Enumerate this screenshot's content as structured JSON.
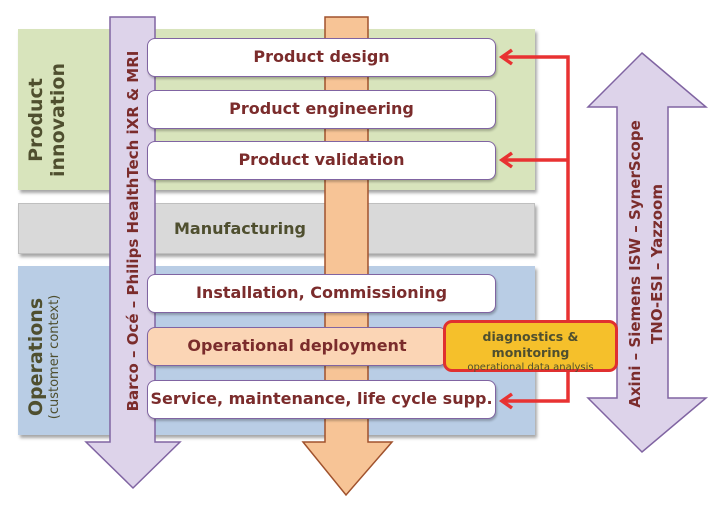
{
  "phases": {
    "product_innovation": "Product innovation",
    "product_innovation_lines": [
      "Product",
      "innovation"
    ],
    "manufacturing": "Manufacturing",
    "operations": "Operations",
    "operations_sub": "(customer context)"
  },
  "steps": [
    {
      "label": "Product design",
      "style": "white",
      "feedback": true
    },
    {
      "label": "Product engineering",
      "style": "white",
      "feedback": false
    },
    {
      "label": "Product validation",
      "style": "white",
      "feedback": true
    },
    {
      "label": "Installation, Commissioning",
      "style": "white",
      "feedback": false
    },
    {
      "label": "Operational deployment",
      "style": "peach",
      "feedback": false
    },
    {
      "label": "Service, maintenance, life cycle supp.",
      "style": "white",
      "feedback": true
    }
  ],
  "diagnostics": {
    "title": "diagnostics & monitoring",
    "subtitle": "operational data analysis"
  },
  "left_arrow": {
    "label": "Barco – Océ – Philips HealthTech iXR & MRI",
    "direction": "down"
  },
  "right_arrow": {
    "lines": [
      "Axini – Siemens ISW – SynerScope",
      "TNO-ESI – Yazzoom"
    ],
    "direction": "both"
  },
  "colors": {
    "innovation_band": "#d8e4bc",
    "manufacturing_band": "#d9d9d9",
    "operations_band": "#b9cde5",
    "purple_arrow": "#ddd3ea",
    "purple_border": "#8064a2",
    "orange_arrow": "#f7c496",
    "orange_border": "#a0522d",
    "feedback_red": "#e83232",
    "diagnostics_fill": "#f5c02b",
    "step_text": "#7b2c2c"
  }
}
